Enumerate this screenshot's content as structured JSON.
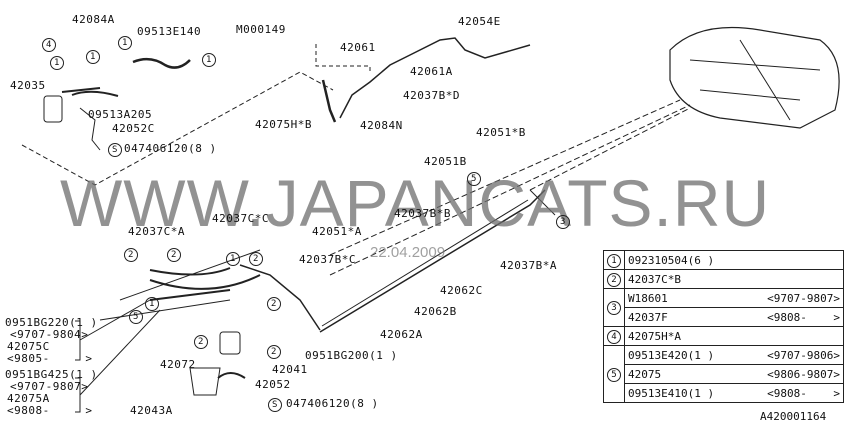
{
  "labels": {
    "l42084A": "42084A",
    "l09513E140": "09513E140",
    "lM000149": "M000149",
    "l42061": "42061",
    "l42054E": "42054E",
    "l42035": "42035",
    "l09513A205": "09513A205",
    "l42052C": "42052C",
    "lS1": "047406120(8 )",
    "l42061A": "42061A",
    "l42037BD": "42037B*D",
    "l42075HB": "42075H*B",
    "l42084N": "42084N",
    "l42051B2": "42051*B",
    "l42051B": "42051B",
    "l42037BB": "42037B*B",
    "l42037CA": "42037C*A",
    "l42037CC": "42037C*C",
    "l42051A": "42051*A",
    "l42037BC": "42037B*C",
    "l42062C": "42062C",
    "l42062B": "42062B",
    "l42062A": "42062A",
    "l42037BA": "42037B*A",
    "l0951BG220": "0951BG220(1 )",
    "l9707_9804": "<9707-9804>",
    "l42075C": "42075C",
    "l9805": "<9805-     >",
    "l0951BG425": "0951BG425(1 )",
    "l9707_9807": "<9707-9807>",
    "l42075A": "42075A",
    "l9808": "<9808-     >",
    "l42072": "42072",
    "l42041": "42041",
    "l42052": "42052",
    "lS2": "047406120(8 )",
    "l42043A": "42043A",
    "l0951BG200": "0951BG200(1 )"
  },
  "callouts": {
    "c1": "1",
    "c2": "2",
    "c3": "3",
    "c4": "4",
    "c5": "5",
    "s": "S"
  },
  "watermark": "WWW.JAPANCATS.RU",
  "date": "22.04.2009",
  "legend": {
    "r1": {
      "num": "1",
      "part": "092310504(6 )"
    },
    "r2": {
      "num": "2",
      "part": "42037C*B"
    },
    "r3": {
      "num": "3",
      "a_part": "W18601",
      "a_date": "<9707-9807>",
      "b_part": "42037F",
      "b_date": "<9808-    >"
    },
    "r4": {
      "num": "4",
      "part": "42075H*A"
    },
    "r5": {
      "num": "5",
      "a_part": "09513E420(1 )",
      "a_date": "<9707-9806>",
      "b_part": "42075",
      "b_date": "<9806-9807>",
      "c_part": "09513E410(1 )",
      "c_date": "<9808-    >"
    }
  },
  "diagram_code": "A420001164"
}
